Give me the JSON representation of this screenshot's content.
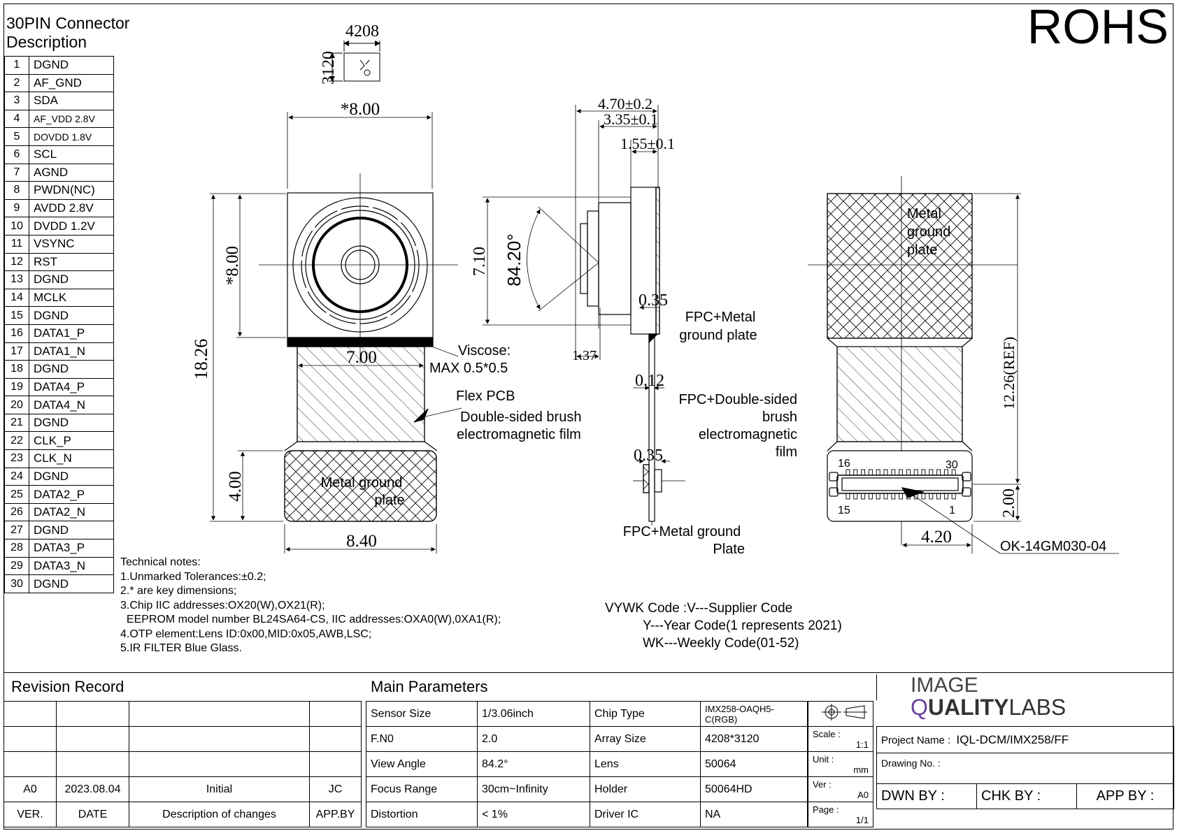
{
  "connector": {
    "title": "30PIN Connector Description",
    "pins": [
      {
        "n": "1",
        "s": "DGND"
      },
      {
        "n": "2",
        "s": "AF_GND"
      },
      {
        "n": "3",
        "s": "SDA"
      },
      {
        "n": "4",
        "s": "AF_VDD 2.8V"
      },
      {
        "n": "5",
        "s": "DOVDD 1.8V"
      },
      {
        "n": "6",
        "s": "SCL"
      },
      {
        "n": "7",
        "s": "AGND"
      },
      {
        "n": "8",
        "s": "PWDN(NC)"
      },
      {
        "n": "9",
        "s": "AVDD 2.8V"
      },
      {
        "n": "10",
        "s": "DVDD 1.2V"
      },
      {
        "n": "11",
        "s": "VSYNC"
      },
      {
        "n": "12",
        "s": "RST"
      },
      {
        "n": "13",
        "s": "DGND"
      },
      {
        "n": "14",
        "s": "MCLK"
      },
      {
        "n": "15",
        "s": "DGND"
      },
      {
        "n": "16",
        "s": "DATA1_P"
      },
      {
        "n": "17",
        "s": "DATA1_N"
      },
      {
        "n": "18",
        "s": "DGND"
      },
      {
        "n": "19",
        "s": "DATA4_P"
      },
      {
        "n": "20",
        "s": "DATA4_N"
      },
      {
        "n": "21",
        "s": "DGND"
      },
      {
        "n": "22",
        "s": "CLK_P"
      },
      {
        "n": "23",
        "s": "CLK_N"
      },
      {
        "n": "24",
        "s": "DGND"
      },
      {
        "n": "25",
        "s": "DATA2_P"
      },
      {
        "n": "26",
        "s": "DATA2_N"
      },
      {
        "n": "27",
        "s": "DGND"
      },
      {
        "n": "28",
        "s": "DATA3_P"
      },
      {
        "n": "29",
        "s": "DATA3_N"
      },
      {
        "n": "30",
        "s": "DGND"
      }
    ]
  },
  "rohs": "ROHS",
  "dims": {
    "sensor_w": "4208",
    "sensor_h": "3120",
    "width_top": "*8.00",
    "height_top": "*8.00",
    "total_h": "18.26",
    "flex_w": "7.00",
    "plate_h": "4.00",
    "plate_w": "8.40",
    "side_470": "4.70±0.2",
    "side_335": "3.35±0.1",
    "side_155": "1.55±0.1",
    "side_710": "7.10",
    "angle": "84.20°",
    "side_035a": "0.35",
    "side_137": "1.37",
    "side_012": "0.12",
    "side_035b": "0.35",
    "back_1226": "12.26(REF)",
    "back_200": "2.00",
    "back_420": "4.20"
  },
  "labels": {
    "viscose": "Viscose:",
    "viscose2": "MAX 0.5*0.5",
    "flex_pcb": "Flex PCB",
    "brush1": "Double-sided brush",
    "brush2": "electromagnetic film",
    "plate_front1": "Metal ground",
    "plate_front2": "plate",
    "fpc_metal1": "FPC+Metal",
    "fpc_metal2": "ground plate",
    "fpc_ds1": "FPC+Double-sided",
    "fpc_ds2": "brush",
    "fpc_ds3": "electromagnetic",
    "fpc_ds4": "film",
    "fpc_mg1": "FPC+Metal ground",
    "fpc_mg2": "Plate",
    "back_plate1": "Metal",
    "back_plate2": "ground",
    "back_plate3": "plate",
    "conn_16": "16",
    "conn_30": "30",
    "conn_15": "15",
    "conn_1": "1",
    "part_no": "OK-14GM030-04"
  },
  "notes": [
    "Technical notes:",
    "1.Unmarked Tolerances:±0.2;",
    "2.* are key dimensions;",
    "3.Chip IIC addresses:OX20(W),OX21(R);",
    "  EEPROM model number BL24SA64-CS, IIC addresses:OXA0(W),0XA1(R);",
    "4.OTP element:Lens ID:0x00,MID:0x05,AWB,LSC;",
    "5.IR FILTER Blue Glass."
  ],
  "vywk": [
    "VYWK Code :V---Supplier Code",
    "Y---Year Code(1 represents 2021)",
    "WK---Weekly Code(01-52)"
  ],
  "revision": {
    "title": "Revision Record",
    "row": {
      "ver": "A0",
      "date": "2023.08.04",
      "desc": "Initial",
      "app": "JC"
    },
    "header": {
      "ver": "VER.",
      "date": "DATE",
      "desc": "Description of changes",
      "app": "APP.BY"
    }
  },
  "params": {
    "title": "Main Parameters",
    "rows": [
      {
        "k1": "Sensor Size",
        "v1": "1/3.06inch",
        "k2": "Chip Type",
        "v2": "IMX258-OAQH5-C(RGB)"
      },
      {
        "k1": "F.N0",
        "v1": "2.0",
        "k2": "Array Size",
        "v2": "4208*3120"
      },
      {
        "k1": "View Angle",
        "v1": "84.2°",
        "k2": "Lens",
        "v2": "50064"
      },
      {
        "k1": "Focus Range",
        "v1": "30cm~Infinity",
        "k2": "Holder",
        "v2": "50064HD"
      },
      {
        "k1": "Distortion",
        "v1": "< 1%",
        "k2": "Driver IC",
        "v2": "NA"
      }
    ]
  },
  "meta": {
    "scale_k": "Scale :",
    "scale_v": "1:1",
    "unit_k": "Unit :",
    "unit_v": "mm",
    "ver_k": "Ver :",
    "ver_v": "A0",
    "page_k": "Page :",
    "page_v": "1/1"
  },
  "logo": {
    "line1": "IMAGE",
    "line2a": "Q",
    "line2b": "UALITY",
    "line2c": "LABS"
  },
  "title_block": {
    "project_k": "Project Name :",
    "project_v": "IQL-DCM/IMX258/FF",
    "drawing_k": "Drawing No. :",
    "dwn": "DWN BY :",
    "chk": "CHK BY :",
    "app": "APP BY :"
  }
}
